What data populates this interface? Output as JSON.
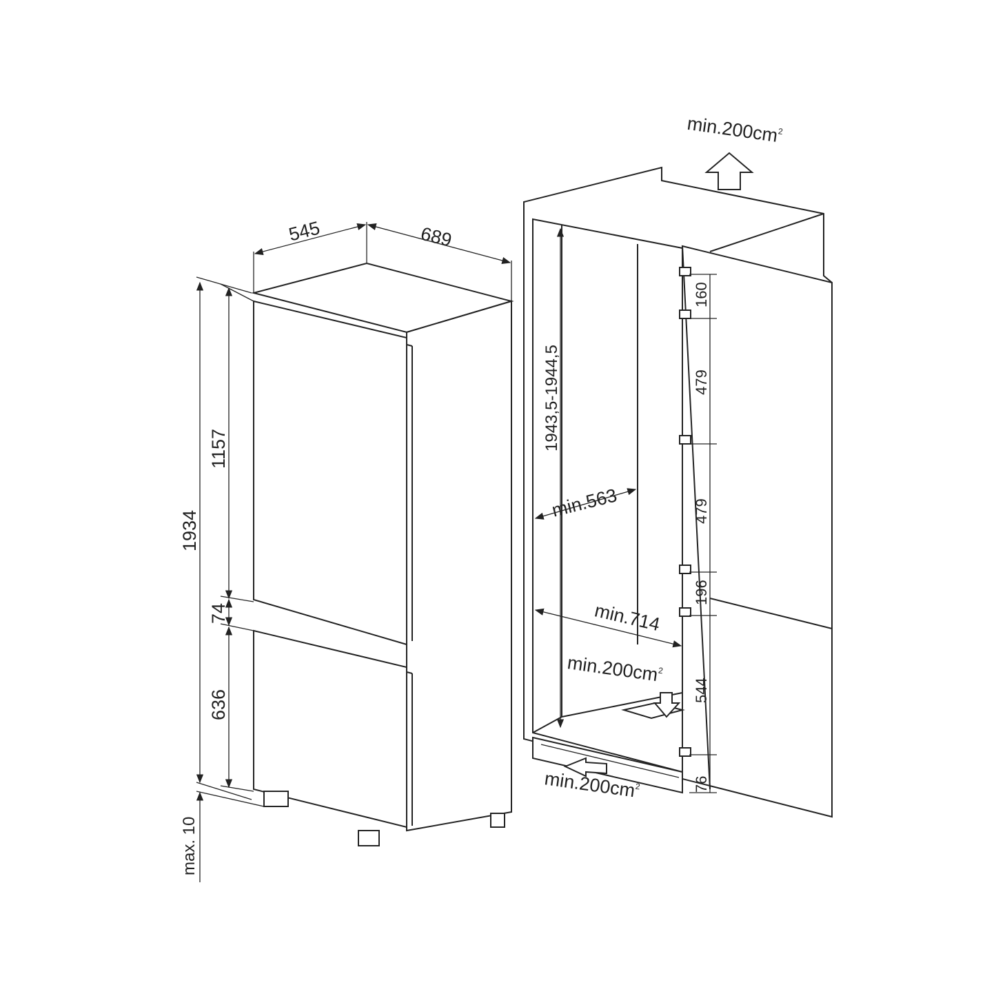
{
  "left_unit": {
    "depth_label": "545",
    "width_label": "689",
    "total_height_label": "1934",
    "upper_door_label": "1157",
    "gap_label": "74",
    "lower_door_label": "636",
    "feet_label": "max. 10"
  },
  "right_unit": {
    "top_vent_label": "min.200cm",
    "niche_height_label": "1943,5-1944,5",
    "min_depth_label": "min.563",
    "min_width_label": "min.714",
    "inner_vent_label": "min.200cm",
    "bottom_vent_label": "min.200cm",
    "superscript": "2",
    "hinge_dims": [
      "160",
      "479",
      "479",
      "196",
      "544",
      "76"
    ]
  }
}
